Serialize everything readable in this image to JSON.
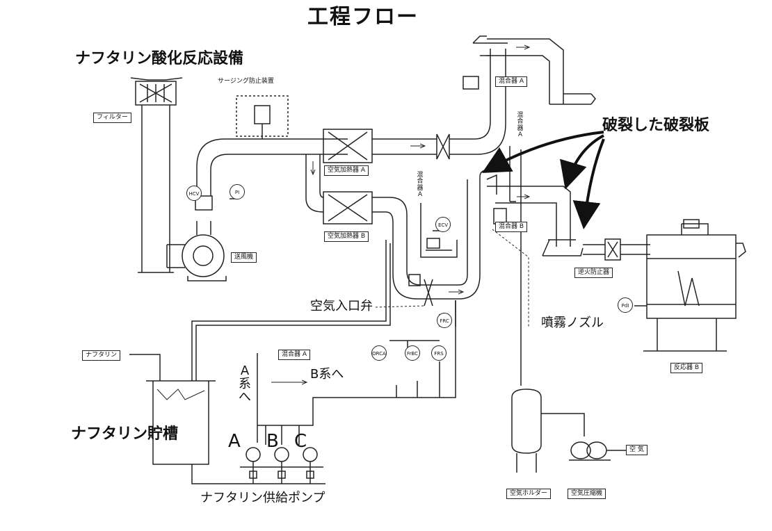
{
  "title": "工程フロー",
  "section_title": "ナフタリン酸化反応設備",
  "labels": {
    "surge_device": "サージング防止装置",
    "filter": "フィルター",
    "blower": "送風機",
    "air_heater_a": "空気加熱器 A",
    "air_heater_b": "空気加熱器 B",
    "mixer_a_top": "混合器 A",
    "mixer_a_vertical": "混合器A",
    "mixer_a_vertical2": "混合器A",
    "mixer_b": "混合器 B",
    "mixer_a_pump": "混合器 A",
    "ruptured_disc": "破裂した破裂板",
    "air_inlet_valve": "空気入口弁",
    "spray_nozzle": "噴霧ノズル",
    "flame_arrester": "逆火防止器",
    "reactor_b": "反応器 B",
    "naphthalene_tag": "ナフタリン",
    "naphthalene_tank": "ナフタリン貯槽",
    "to_a_system": "A系へ",
    "to_b_system": "B系へ",
    "pump_a": "A",
    "pump_b": "B",
    "pump_c": "C",
    "supply_pumps": "ナフタリン供給ポンプ",
    "air_holder": "空気ホルダー",
    "air_compressor": "空気圧縮機",
    "air_tag": "空 気"
  },
  "instruments": {
    "hcv": "HCV",
    "pi": "PI",
    "ecv": "ECV",
    "frc": "FRC",
    "orca": "ORCA",
    "frbc": "FrBC",
    "frs": "FRS",
    "pdi": "PdI"
  },
  "colors": {
    "line": "#222222",
    "arrow": "#111111",
    "background": "#ffffff"
  }
}
